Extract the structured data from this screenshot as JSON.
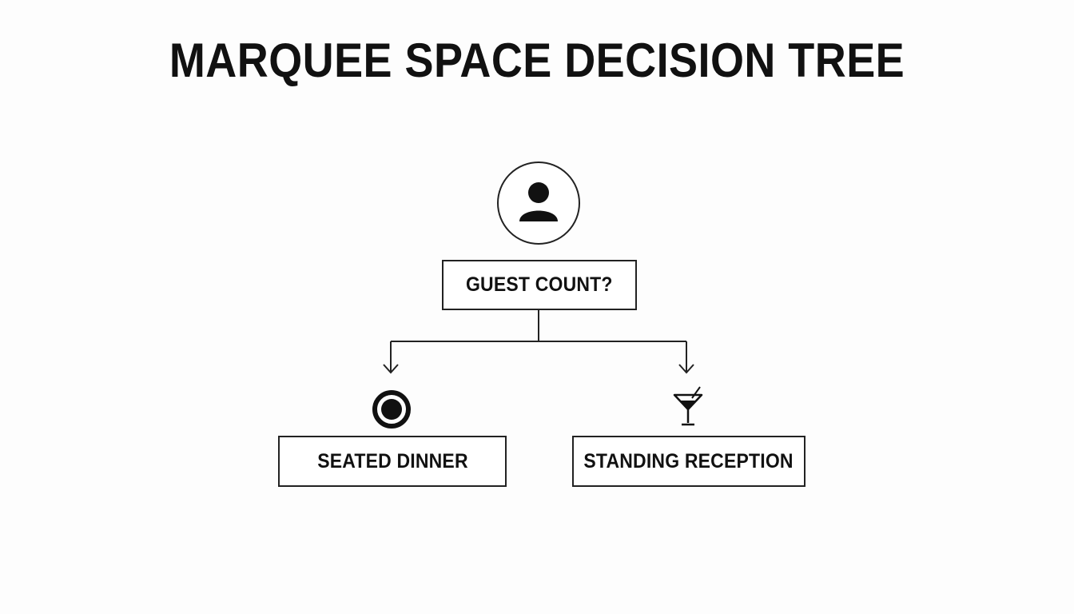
{
  "diagram": {
    "title": "MARQUEE SPACE DECISION TREE",
    "root": {
      "label": "GUEST COUNT?",
      "icon": "person-icon"
    },
    "branches": [
      {
        "label": "SEATED DINNER",
        "icon": "ring-target-icon"
      },
      {
        "label": "STANDING RECEPTION",
        "icon": "cocktail-glass-icon"
      }
    ]
  },
  "colors": {
    "background": "#fdfdfd",
    "stroke": "#222222",
    "text": "#111111"
  }
}
